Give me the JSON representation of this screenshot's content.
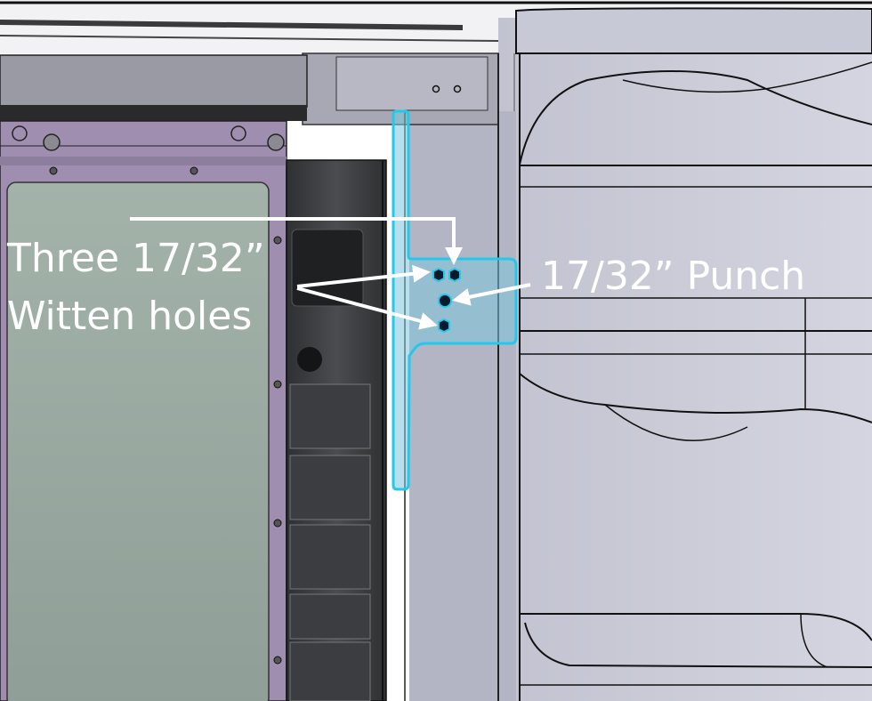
{
  "annotations": {
    "left_label_line1": "Three 17/32”",
    "left_label_line2": "Witten holes",
    "right_label": "17/32” Punch"
  },
  "colors": {
    "highlight_outline": "#24c8ea",
    "highlight_fill": "#7ec7dc",
    "panel_green": "#97a89f",
    "frame_purple": "#9f8eaf",
    "body_gray": "#b9bac8",
    "dark_module": "#3d3f41",
    "arrow": "#ffffff",
    "hole": "#0a1a2a"
  }
}
